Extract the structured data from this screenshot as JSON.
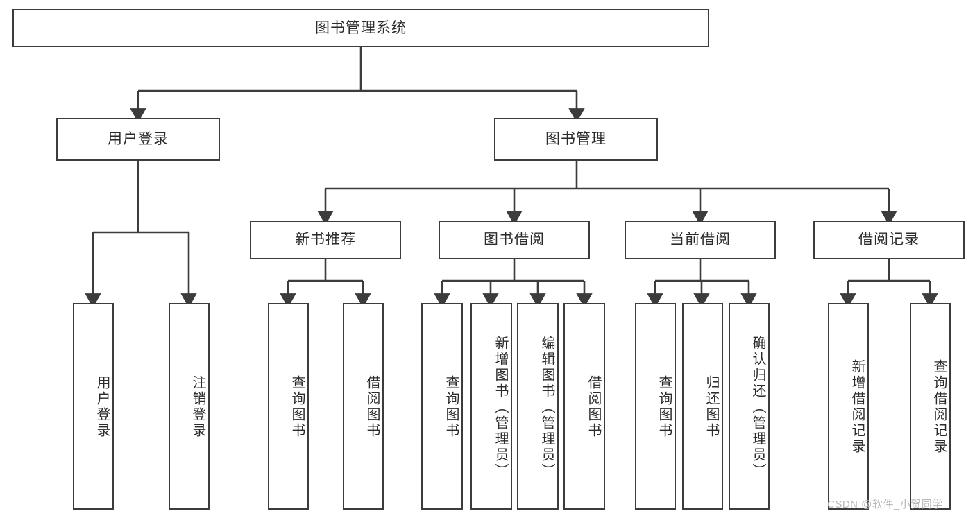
{
  "diagram": {
    "title": "图书管理系统",
    "type": "tree",
    "watermark": "CSDN @软件_小贺同学",
    "colors": {
      "box_border": "#3c3c3c",
      "box_fill": "#ffffff",
      "connector": "#3c3c3c",
      "text": "#2b2b2b",
      "watermark": "#b9b9b9"
    },
    "levels": {
      "root": {
        "label": "图书管理系统"
      },
      "level2": [
        {
          "label": "用户登录"
        },
        {
          "label": "图书管理"
        }
      ],
      "level3": [
        {
          "label": "新书推荐"
        },
        {
          "label": "图书借阅"
        },
        {
          "label": "当前借阅"
        },
        {
          "label": "借阅记录"
        }
      ],
      "leaves": {
        "user_login": [
          {
            "label": "用户登录"
          },
          {
            "label": "注销登录"
          }
        ],
        "new_book_recommend": [
          {
            "label": "查询图书"
          },
          {
            "label": "借阅图书"
          }
        ],
        "book_borrow": [
          {
            "label": "查询图书"
          },
          {
            "label": "新增图书（管理员）"
          },
          {
            "label": "编辑图书（管理员）"
          },
          {
            "label": "借阅图书"
          }
        ],
        "current_borrow": [
          {
            "label": "查询图书"
          },
          {
            "label": "归还图书"
          },
          {
            "label": "确认归还（管理员）"
          }
        ],
        "borrow_record": [
          {
            "label": "新增借阅记录"
          },
          {
            "label": "查询借阅记录"
          }
        ]
      }
    }
  }
}
